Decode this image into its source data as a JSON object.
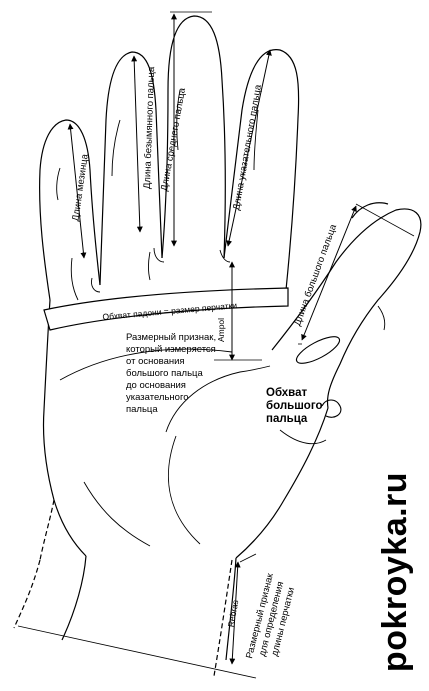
{
  "labels": {
    "little_finger_length": "Длина мезинца",
    "ring_finger_length": "Длина безымянного пальца",
    "middle_finger_length": "Длина среднего пальца",
    "index_finger_length": "Длина указательного пальца",
    "thumb_length": "Длина большого пальца",
    "palm_girth": "Обхват падони = размер перчатки",
    "ampol": "Ampol",
    "size_note": [
      "Размерный признак,",
      "который измеряется",
      "от основания",
      "большого пальца",
      "до основания",
      "указательного",
      "пальца"
    ],
    "thumb_girth": [
      "Обхват",
      "большого",
      "пальца"
    ],
    "rebras": "Rebras",
    "glove_length_note": [
      "Размерный признак",
      "для определения",
      "длины перчатки"
    ]
  },
  "watermark": "pokroyka.ru"
}
